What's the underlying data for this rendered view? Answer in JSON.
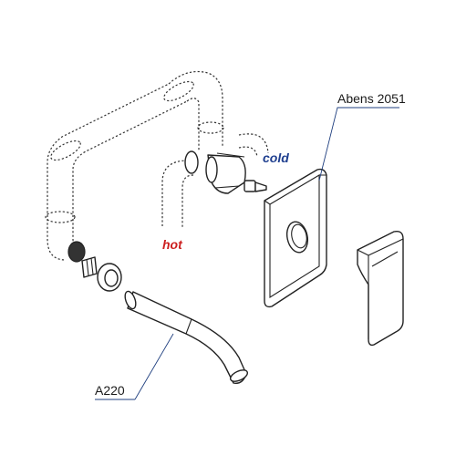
{
  "labels": {
    "panel_model": "Abens 2051",
    "spout_model": "A220",
    "hot": "hot",
    "cold": "cold"
  },
  "colors": {
    "hot": "#cc1f1f",
    "cold": "#1f3f8f",
    "leader": "#1f3f7f",
    "line": "#222222"
  }
}
